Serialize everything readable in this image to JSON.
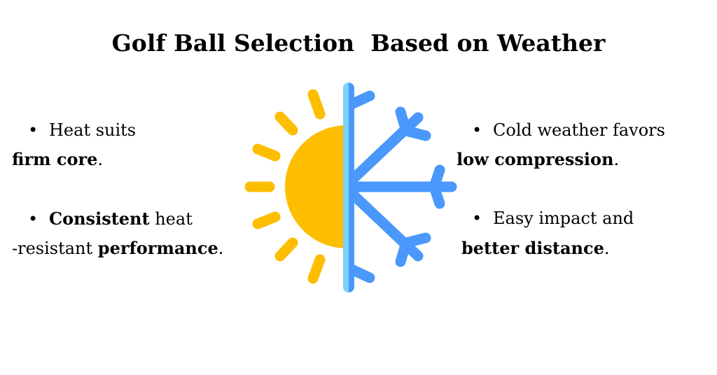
{
  "title": "Golf Ball Selection  Based on Weather",
  "left": [
    {
      "l1": [
        {
          "t": "Heat suits",
          "b": false
        }
      ],
      "l2": [
        {
          "t": "firm core",
          "b": true
        },
        {
          "t": ".",
          "b": false
        }
      ]
    },
    {
      "l1": [
        {
          "t": "Consistent",
          "b": true
        },
        {
          "t": " heat",
          "b": false
        }
      ],
      "l2": [
        {
          "t": "-resistant ",
          "b": false
        },
        {
          "t": "performance",
          "b": true
        },
        {
          "t": ".",
          "b": false
        }
      ]
    }
  ],
  "right": [
    {
      "l1": [
        {
          "t": "Cold weather favors",
          "b": false
        }
      ],
      "l2": [
        {
          "t": "low compression",
          "b": true
        },
        {
          "t": ".",
          "b": false
        }
      ]
    },
    {
      "l1": [
        {
          "t": "Easy impact and",
          "b": false
        }
      ],
      "l2": [
        {
          "t": "better distance",
          "b": true
        },
        {
          "t": ".",
          "b": false
        }
      ]
    }
  ],
  "bullet": "•",
  "colors": {
    "sun": "#FDBE00",
    "snow": "#4A98FB",
    "bar_light": "#7DD3F5"
  }
}
